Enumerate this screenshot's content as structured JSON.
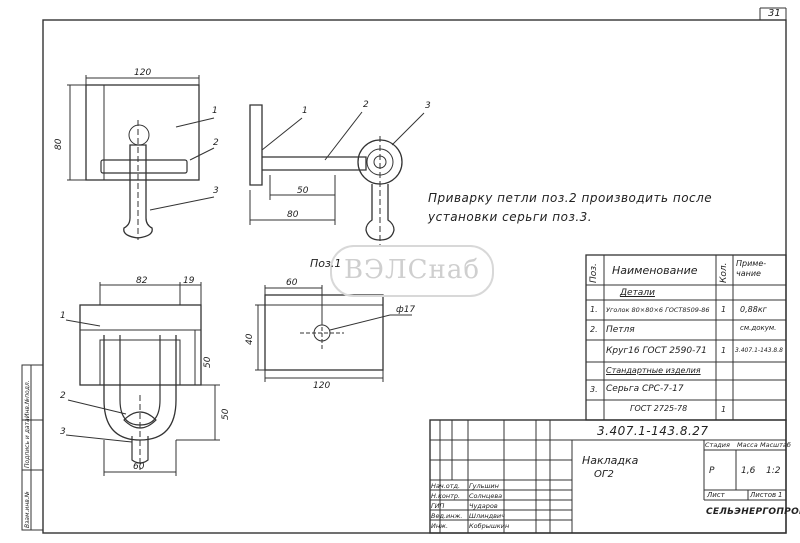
{
  "sheet_number": "31",
  "watermark": "ВЭЛСнаб",
  "note": {
    "line1": "Приварку петли поз.2 производить после",
    "line2": "установки серьги поз.3."
  },
  "views": {
    "pos_label": "Поз.1",
    "dims": {
      "v1_width": "120",
      "v1_height": "80",
      "v2_d50": "50",
      "v2_d80": "80",
      "v3_d82": "82",
      "v3_d19": "19",
      "v3_d50a": "50",
      "v3_d50b": "50",
      "v3_d60": "60",
      "v4_d60": "60",
      "v4_d40": "40",
      "v4_d120": "120",
      "v4_hole": "ф17"
    },
    "leaders": {
      "v1_1": "1",
      "v1_2": "2",
      "v1_3": "3",
      "v2_1": "1",
      "v2_2": "2",
      "v2_3": "3",
      "v3_1": "1",
      "v3_2": "2",
      "v3_3": "3"
    }
  },
  "spec_table": {
    "headers": {
      "pos": "Поз.",
      "name": "Наименование",
      "qty": "Кол.",
      "note": "Приме-\nчание"
    },
    "rows": [
      {
        "pos": "",
        "name": "Детали",
        "qty": "",
        "note": "",
        "section": true
      },
      {
        "pos": "1.",
        "name": "Уголок 80×80×6 ГОСТ8509-86",
        "qty": "1",
        "note": "0,88кг"
      },
      {
        "pos": "2.",
        "name": "Петля",
        "qty": "",
        "note": "см.докум."
      },
      {
        "pos": "",
        "name": "Круг16 ГОСТ 2590-71",
        "qty": "1",
        "note": "3.407.1-143.8.8"
      },
      {
        "pos": "",
        "name": "Стандартные изделия",
        "qty": "",
        "note": "",
        "section": true
      },
      {
        "pos": "3.",
        "name": "Серьга СРС-7-17",
        "qty": "",
        "note": ""
      },
      {
        "pos": "",
        "name": "ГОСТ 2725-78",
        "qty": "1",
        "note": ""
      }
    ]
  },
  "title_block": {
    "doc_code": "3.407.1-143.8.27",
    "name_line1": "Накладка",
    "name_line2": "ОГ2",
    "stage_header": "Стадия",
    "mass_header": "Масса",
    "scale_header": "Масштаб",
    "stage": "Р",
    "mass": "1,6",
    "scale": "1:2",
    "sheet_label": "Лист",
    "sheets_label": "Листов",
    "sheets_count": "1",
    "org": "СЕЛЬЭНЕРГОПРОЕКТ",
    "people": [
      {
        "role": "Нач.отд.",
        "name": "Гульшин"
      },
      {
        "role": "Н.контр.",
        "name": "Солнцева"
      },
      {
        "role": "ГИП",
        "name": "Чударов"
      },
      {
        "role": "Вед.инж.",
        "name": "Шлиндвич"
      },
      {
        "role": "Инж.",
        "name": "Кобрышкин"
      }
    ]
  },
  "side_stamp": {
    "c1": "Инв.№подл.",
    "c2": "Подпись и дата",
    "c3": "Взам.инв.№"
  }
}
